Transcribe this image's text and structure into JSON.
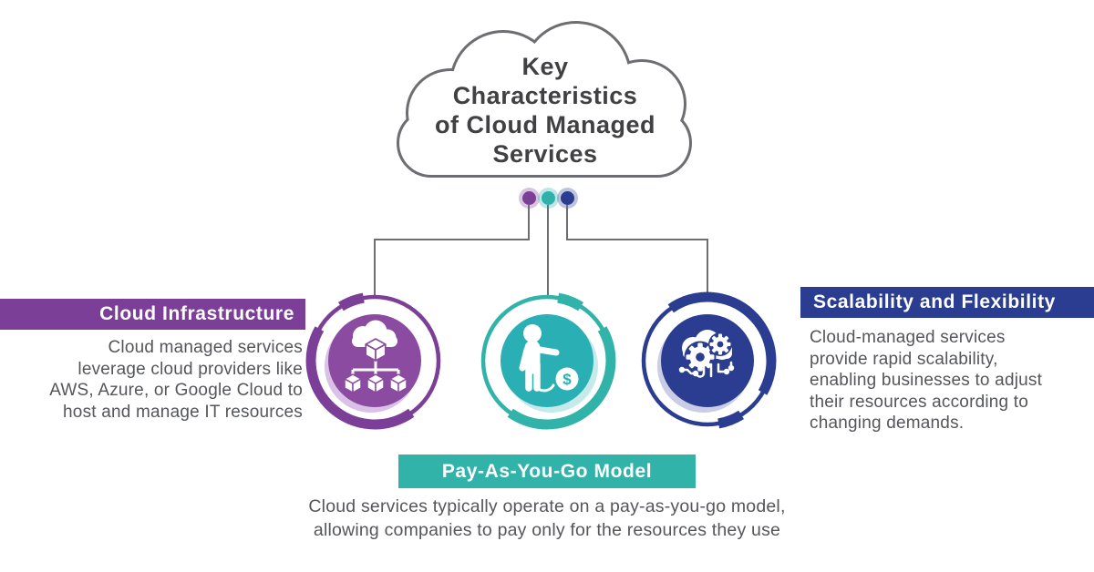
{
  "cloud": {
    "title_lines": [
      "Key",
      "Characteristics",
      "of Cloud Managed",
      "Services"
    ]
  },
  "sections": {
    "infrastructure": {
      "label": "Cloud Infrastructure",
      "description_lines": [
        "Cloud managed services",
        "leverage cloud providers like",
        "AWS, Azure, or Google Cloud to",
        "host and manage IT resources"
      ],
      "color": "#7c3f98",
      "icon": "cloud-network-icon"
    },
    "payg": {
      "label": "Pay-As-You-Go Model",
      "description_lines": [
        "Cloud services typically operate on a pay-as-you-go model,",
        "allowing companies to pay only for the resources they use"
      ],
      "color": "#32b3aa",
      "icon": "person-money-icon",
      "dollar_glyph": "$"
    },
    "scalability": {
      "label": "Scalability and Flexibility",
      "description_lines": [
        "Cloud-managed services",
        "provide rapid scalability,",
        "enabling businesses to adjust",
        "their resources according to",
        "changing demands."
      ],
      "color": "#2b3d90",
      "icon": "cloud-gears-icon"
    }
  },
  "colors": {
    "purple": "#7c3f98",
    "purple_fill": "#8a4ba1",
    "teal": "#32b3aa",
    "teal_fill": "#29afb4",
    "blue": "#2b3d90",
    "line_gray": "#6d6e71",
    "title_text": "#414042",
    "body_text": "#55565a"
  }
}
